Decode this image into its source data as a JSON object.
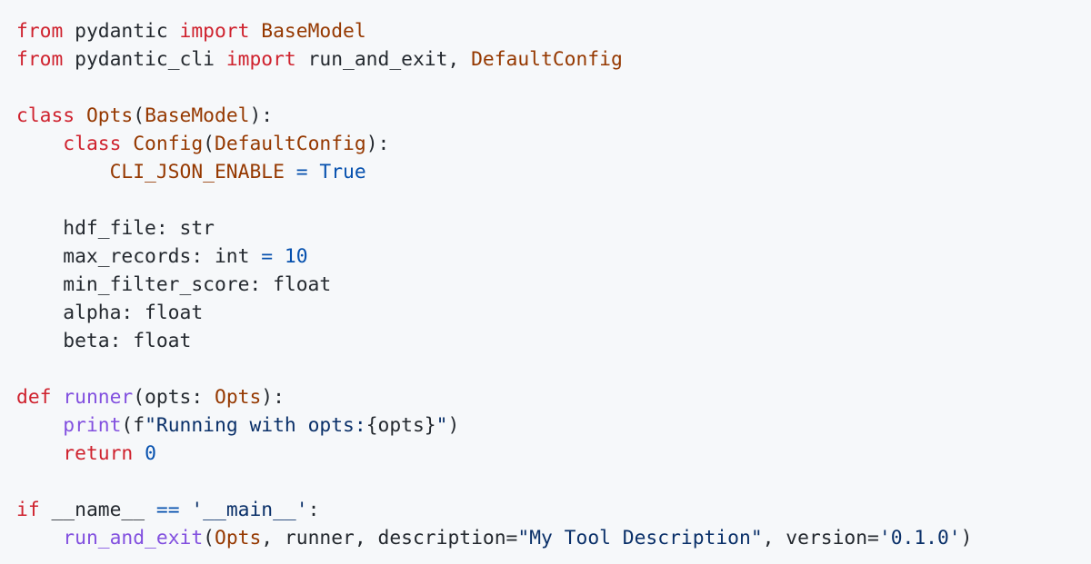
{
  "colors": {
    "background": "#f6f8fa",
    "plain": "#24292f",
    "keyword": "#cf222e",
    "class_name": "#953800",
    "constant": "#0550ae",
    "function": "#8250df",
    "string": "#0a3069"
  },
  "language": "python",
  "lines": [
    [
      {
        "t": "kw",
        "v": "from"
      },
      {
        "t": "plain",
        "v": " pydantic "
      },
      {
        "t": "kw",
        "v": "import"
      },
      {
        "t": "plain",
        "v": " "
      },
      {
        "t": "class",
        "v": "BaseModel"
      }
    ],
    [
      {
        "t": "kw",
        "v": "from"
      },
      {
        "t": "plain",
        "v": " pydantic_cli "
      },
      {
        "t": "kw",
        "v": "import"
      },
      {
        "t": "plain",
        "v": " run_and_exit, "
      },
      {
        "t": "class",
        "v": "DefaultConfig"
      }
    ],
    [],
    [
      {
        "t": "kw",
        "v": "class"
      },
      {
        "t": "plain",
        "v": " "
      },
      {
        "t": "class",
        "v": "Opts"
      },
      {
        "t": "plain",
        "v": "("
      },
      {
        "t": "class",
        "v": "BaseModel"
      },
      {
        "t": "plain",
        "v": "):"
      }
    ],
    [
      {
        "t": "plain",
        "v": "    "
      },
      {
        "t": "kw",
        "v": "class"
      },
      {
        "t": "plain",
        "v": " "
      },
      {
        "t": "class",
        "v": "Config"
      },
      {
        "t": "plain",
        "v": "("
      },
      {
        "t": "class",
        "v": "DefaultConfig"
      },
      {
        "t": "plain",
        "v": "):"
      }
    ],
    [
      {
        "t": "plain",
        "v": "        "
      },
      {
        "t": "class",
        "v": "CLI_JSON_ENABLE"
      },
      {
        "t": "plain",
        "v": " "
      },
      {
        "t": "const",
        "v": "="
      },
      {
        "t": "plain",
        "v": " "
      },
      {
        "t": "const",
        "v": "True"
      }
    ],
    [],
    [
      {
        "t": "plain",
        "v": "    hdf_file: str"
      }
    ],
    [
      {
        "t": "plain",
        "v": "    max_records: int "
      },
      {
        "t": "const",
        "v": "="
      },
      {
        "t": "plain",
        "v": " "
      },
      {
        "t": "const",
        "v": "10"
      }
    ],
    [
      {
        "t": "plain",
        "v": "    min_filter_score: float"
      }
    ],
    [
      {
        "t": "plain",
        "v": "    alpha: float"
      }
    ],
    [
      {
        "t": "plain",
        "v": "    beta: float"
      }
    ],
    [],
    [
      {
        "t": "kw",
        "v": "def"
      },
      {
        "t": "plain",
        "v": " "
      },
      {
        "t": "func",
        "v": "runner"
      },
      {
        "t": "plain",
        "v": "(opts: "
      },
      {
        "t": "class",
        "v": "Opts"
      },
      {
        "t": "plain",
        "v": "):"
      }
    ],
    [
      {
        "t": "plain",
        "v": "    "
      },
      {
        "t": "func",
        "v": "print"
      },
      {
        "t": "plain",
        "v": "(f"
      },
      {
        "t": "str",
        "v": "\"Running with opts:"
      },
      {
        "t": "plain",
        "v": "{opts}"
      },
      {
        "t": "str",
        "v": "\""
      },
      {
        "t": "plain",
        "v": ")"
      }
    ],
    [
      {
        "t": "plain",
        "v": "    "
      },
      {
        "t": "kw",
        "v": "return"
      },
      {
        "t": "plain",
        "v": " "
      },
      {
        "t": "const",
        "v": "0"
      }
    ],
    [],
    [
      {
        "t": "kw",
        "v": "if"
      },
      {
        "t": "plain",
        "v": " __name__ "
      },
      {
        "t": "const",
        "v": "=="
      },
      {
        "t": "plain",
        "v": " "
      },
      {
        "t": "str",
        "v": "'__main__'"
      },
      {
        "t": "plain",
        "v": ":"
      }
    ],
    [
      {
        "t": "plain",
        "v": "    "
      },
      {
        "t": "func",
        "v": "run_and_exit"
      },
      {
        "t": "plain",
        "v": "("
      },
      {
        "t": "class",
        "v": "Opts"
      },
      {
        "t": "plain",
        "v": ", runner, description="
      },
      {
        "t": "str",
        "v": "\"My Tool Description\""
      },
      {
        "t": "plain",
        "v": ", version="
      },
      {
        "t": "str",
        "v": "'0.1.0'"
      },
      {
        "t": "plain",
        "v": ")"
      }
    ]
  ]
}
